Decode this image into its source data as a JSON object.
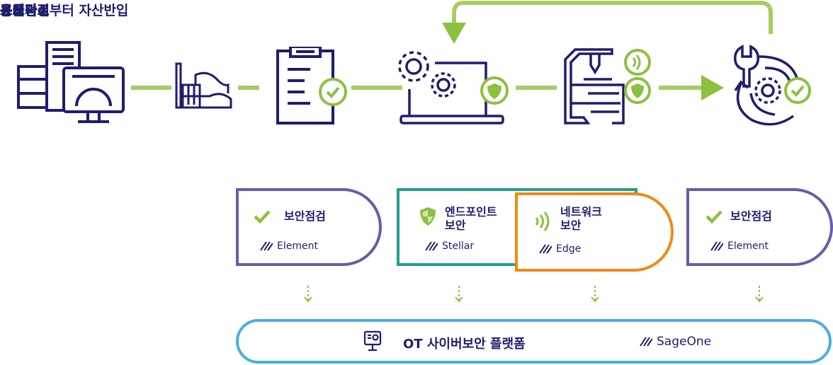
{
  "stages": [
    {
      "label": "공급자로부터 자산반입",
      "icon": "servers-monitor-gear-icon"
    },
    {
      "label": "",
      "icon": "factory-icon"
    },
    {
      "label": "온보딩",
      "icon": "clipboard-check-icon"
    },
    {
      "label": "스테이징",
      "icon": "laptop-gears-shield-icon"
    },
    {
      "label": "프로덕션",
      "icon": "machine-wireless-shield-icon"
    },
    {
      "label": "유지관리",
      "icon": "wrench-gear-cycle-check-icon"
    }
  ],
  "cards": [
    {
      "title": "보안점검",
      "product": "Element",
      "icon": "check-icon",
      "border": "#6a5aad"
    },
    {
      "title_line1": "엔드포인트",
      "title_line2": "보안",
      "product": "Stellar",
      "icon": "shield-icon",
      "border": "#229f8a"
    },
    {
      "title_line1": "네트워크",
      "title_line2": "보안",
      "product": "Edge",
      "icon": "wireless-icon",
      "border": "#f08a12"
    },
    {
      "title": "보안점검",
      "product": "Element",
      "icon": "check-icon",
      "border": "#6a5aad"
    }
  ],
  "platform": {
    "title": "OT 사이버보안 플랫폼",
    "product": "SageOne",
    "icon": "monitor-icon",
    "border": "#4baee0"
  },
  "colors": {
    "navy": "#1f1d6e",
    "green": "#8cc03f",
    "line_green": "#a8cc60"
  }
}
